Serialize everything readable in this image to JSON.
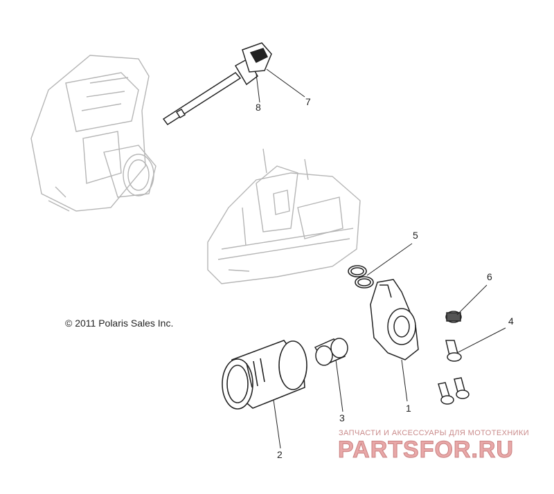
{
  "copyright": "© 2011 Polaris Sales Inc.",
  "callouts": [
    "1",
    "2",
    "3",
    "4",
    "5",
    "6",
    "7",
    "8"
  ],
  "watermark": {
    "subtitle": "ЗАПЧАСТИ И АКСЕССУАРЫ ДЛЯ МОТОТЕХНИКИ",
    "logo": "PARTSFOR.RU"
  },
  "colors": {
    "line": "#222222",
    "ghost": "#b5b5b5",
    "watermark": "#e8a8a8"
  }
}
